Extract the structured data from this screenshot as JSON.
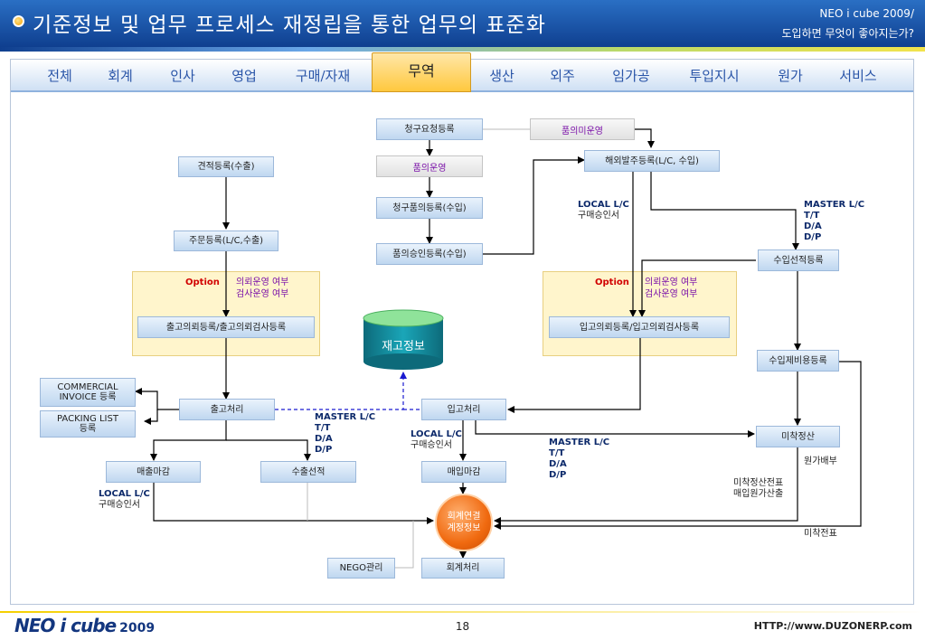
{
  "header": {
    "title": "기준정보 및 업무 프로세스 재정립을 통한 업무의 표준화",
    "subtitle_line1": "NEO i cube 2009/",
    "subtitle_line2": "도입하면 무엇이 좋아지는가?"
  },
  "tabs": [
    "전체",
    "회계",
    "인사",
    "영업",
    "구매/자재",
    "무역",
    "생산",
    "외주",
    "임가공",
    "투입지시",
    "원가",
    "서비스"
  ],
  "active_tab": "무역",
  "diagram": {
    "boxes": {
      "request_reg": "청구요청등록",
      "approval_none": "품의미운영",
      "approval_use": "품의운영",
      "overseas_order": "해외발주등록(L/C, 수입)",
      "estimate": "견적등록(수출)",
      "request_approval": "청구품의등록(수입)",
      "order": "주문등록(L/C,수출)",
      "approval_confirm": "품의승인등록(수입)",
      "import_shipment": "수입선적등록",
      "outbound_inspect": "출고의뢰등록/출고의뢰검사등록",
      "inbound_inspect": "입고의뢰등록/입고의뢰검사등록",
      "import_expense": "수입제비용등록",
      "commercial_invoice": "COMMERCIAL INVOICE 등록",
      "packing_list": "PACKING LIST 등록",
      "outbound": "출고처리",
      "inbound": "입고처리",
      "unsettled": "미착정산",
      "sales_close": "매출마감",
      "export_shipment": "수출선적",
      "purchase_close": "매입마감",
      "nego": "NEGO관리",
      "accounting": "회계처리"
    },
    "inventory": "재고정보",
    "accounting_link": "회계연결 계정정보",
    "option_label": "Option",
    "option_left": [
      "의뢰운영 여부",
      "검사운영 여부"
    ],
    "option_right": [
      "의뢰운영 여부",
      "검사운영 여부"
    ],
    "labels": {
      "local_lc_top": [
        "LOCAL L/C",
        "구매승인서"
      ],
      "master_lc_top": [
        "MASTER L/C",
        "T/T",
        "D/A",
        "D/P"
      ],
      "master_lc_mid": [
        "MASTER L/C",
        "T/T",
        "D/A",
        "D/P"
      ],
      "local_lc_mid": [
        "LOCAL L/C",
        "구매승인서"
      ],
      "master_lc_bottom": [
        "MASTER L/C",
        "T/T",
        "D/A",
        "D/P"
      ],
      "local_lc_bottom": [
        "LOCAL L/C",
        "구매승인서"
      ],
      "cost_alloc": "원가배부",
      "unsettled_note": [
        "미착정산전표",
        "매입원가산출"
      ],
      "unsettled_slip": "미착전표"
    }
  },
  "footer": {
    "logo": "NEO i cube",
    "logo_year": "2009",
    "page_number": "18",
    "url": "HTTP://www.DUZONERP.com"
  }
}
